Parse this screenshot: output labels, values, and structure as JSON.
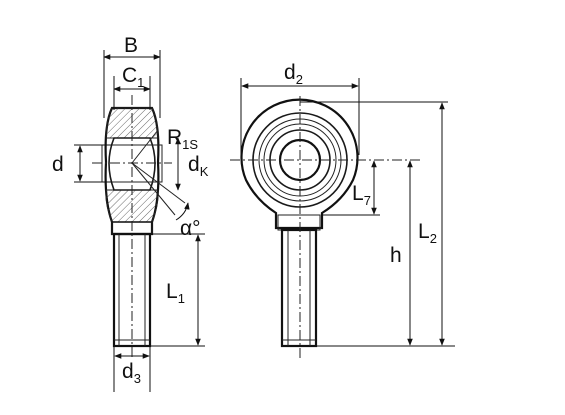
{
  "labels": {
    "B": "B",
    "C": "C",
    "C_sub": "1",
    "R": "R",
    "R_sub": "1S",
    "d": "d",
    "dK": "d",
    "dK_sub": "K",
    "alpha": "α°",
    "L1": "L",
    "L1_sub": "1",
    "d3": "d",
    "d3_sub": "3",
    "d2": "d",
    "d2_sub": "2",
    "L7": "L",
    "L7_sub": "7",
    "h": "h",
    "L2": "L",
    "L2_sub": "2"
  }
}
